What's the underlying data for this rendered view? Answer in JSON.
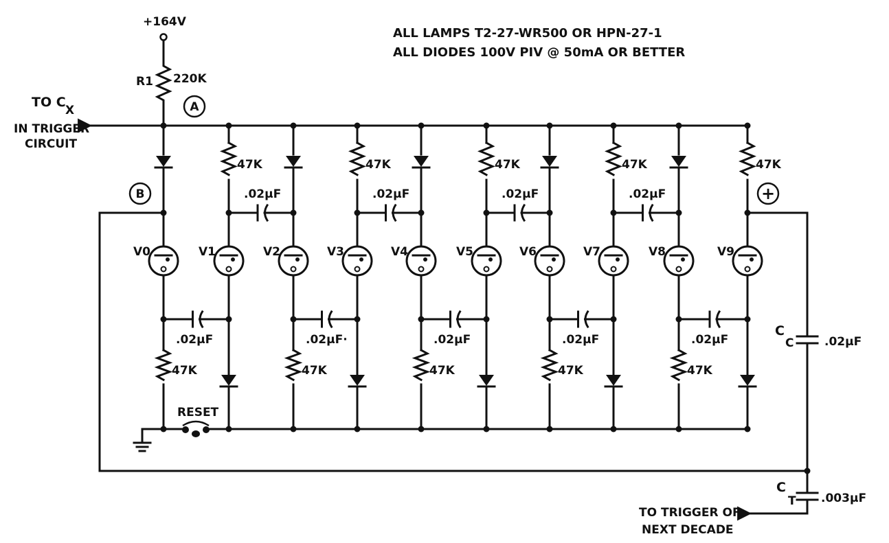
{
  "notes": {
    "line1": "ALL LAMPS T2-27-WR500 OR HPN-27-1",
    "line2": "ALL DIODES 100V PIV @ 50mA OR BETTER"
  },
  "supply": {
    "voltage": "+164V"
  },
  "r1": {
    "name": "R1",
    "value": "220K"
  },
  "nodes": {
    "a": "A",
    "b": "B",
    "plus": "+"
  },
  "to_cx": {
    "line1": "TO C",
    "sub": "X",
    "line2": "IN TRIGGER",
    "line3": "CIRCUIT"
  },
  "tubes": [
    "V0",
    "V1",
    "V2",
    "V3",
    "V4",
    "V5",
    "V6",
    "V7",
    "V8",
    "V9"
  ],
  "upper_resistor_value": "47K",
  "lower_resistor_value": "47K",
  "upper_cap_value": ".02µF",
  "lower_cap_values": [
    ".02µF",
    ".02µF·",
    ".02µF",
    ".02µF",
    ".02µF"
  ],
  "reset": "RESET",
  "cc": {
    "name": "C",
    "sub": "C",
    "value": ".02µF"
  },
  "ct": {
    "name": "C",
    "sub": "T",
    "value": ".003µF"
  },
  "to_next": {
    "line1": "TO TRIGGER OF",
    "line2": "NEXT DECADE"
  }
}
